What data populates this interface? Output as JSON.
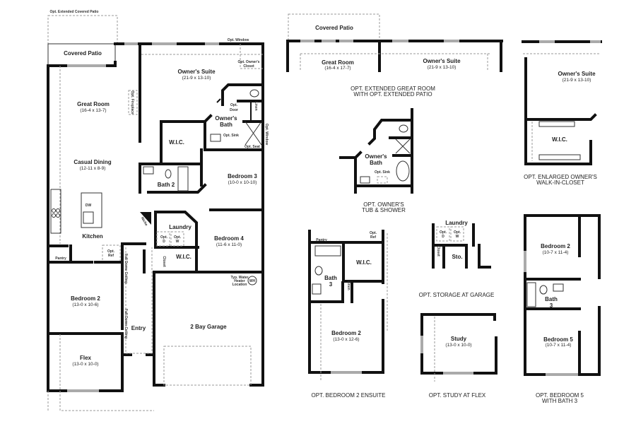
{
  "main_plan": {
    "opt_extended_covered_patio": "Opt. Extended Covered Patio",
    "covered_patio": "Covered Patio",
    "great_room": {
      "name": "Great Room",
      "dims": "(16-4 x 13-7)"
    },
    "opt_fireplace": "Opt. Fireplace",
    "owners_suite": {
      "name": "Owner's Suite",
      "dims": "(21-9 x 13-10)"
    },
    "opt_window_top": "Opt. Window",
    "opt_owners_closet": [
      "Opt. Owner's",
      "Closet"
    ],
    "opt_door": [
      "Opt.",
      "Door"
    ],
    "linen": "Linen",
    "owners_bath": [
      "Owner's",
      "Bath"
    ],
    "opt_sink": "Opt. Sink",
    "opt_seat": "Opt. Seat",
    "opt_window_side": "Opt. Window",
    "wic_owner": "W.I.C.",
    "casual_dining": {
      "name": "Casual Dining",
      "dims": "(12-11 x 8-9)"
    },
    "dw": "DW",
    "kitchen": "Kitchen",
    "pantry": "Pantry",
    "opt_ref": [
      "Opt.",
      "Ref"
    ],
    "bath_2": "Bath 2",
    "bedroom_3": {
      "name": "Bedroom 3",
      "dims": "(10-0 x 10-10)"
    },
    "niche": "Niche",
    "laundry": "Laundry",
    "opt_d": [
      "Opt.",
      "D"
    ],
    "opt_w": [
      "Opt.",
      "W"
    ],
    "bedroom_4": {
      "name": "Bedroom 4",
      "dims": "(11-6 x 11-0)"
    },
    "wic_bed4": "W.I.C.",
    "closet": "Closet",
    "water_heater": [
      "Typ. Water",
      "Heater",
      "Location"
    ],
    "wh": "WH",
    "full_dome_ceiling": "Full Dome Ceiling",
    "bedroom_2": {
      "name": "Bedroom 2",
      "dims": "(13-0 x 10-6)"
    },
    "entry": "Entry",
    "garage": "2 Bay Garage",
    "flex": {
      "name": "Flex",
      "dims": "(13-0 x 10-0)"
    }
  },
  "options": {
    "extended_great_room": {
      "covered_patio": "Covered Patio",
      "great_room": {
        "name": "Great Room",
        "dims": "(16-4 x 17-7)"
      },
      "owners_suite": {
        "name": "Owner's Suite",
        "dims": "(21-9 x 13-10)"
      },
      "caption": [
        "OPT. EXTENDED GREAT ROOM",
        "WITH OPT. EXTENDED PATIO"
      ]
    },
    "enlarged_wic": {
      "owners_suite": {
        "name": "Owner's Suite",
        "dims": "(21-9 x 13-10)"
      },
      "wic": "W.I.C.",
      "caption": [
        "OPT. ENLARGED OWNER'S",
        "WALK-IN-CLOSET"
      ]
    },
    "tub_shower": {
      "owners_bath": [
        "Owner's",
        "Bath"
      ],
      "opt_sink": "Opt. Sink",
      "caption": [
        "OPT. OWNER'S",
        "TUB & SHOWER"
      ]
    },
    "bedroom2_ensuite": {
      "pantry": "Pantry",
      "opt_ref": [
        "Opt.",
        "Ref"
      ],
      "wic": "W.I.C.",
      "bath_3": [
        "Bath",
        "3"
      ],
      "linen": "Linen",
      "bedroom_2": {
        "name": "Bedroom 2",
        "dims": "(13-0 x 12-6)"
      },
      "caption": "OPT. BEDROOM 2 ENSUITE"
    },
    "storage_at_garage": {
      "laundry": "Laundry",
      "opt_d": [
        "Opt.",
        "D"
      ],
      "opt_w": [
        "Opt.",
        "W"
      ],
      "closet": "Closet",
      "sto": "Sto.",
      "caption": "OPT. STORAGE AT GARAGE"
    },
    "study_at_flex": {
      "study": {
        "name": "Study",
        "dims": "(13-0 x 10-0)"
      },
      "caption": "OPT. STUDY AT FLEX"
    },
    "bedroom5_bath3": {
      "bedroom_2": {
        "name": "Bedroom 2",
        "dims": "(10-7 x 11-4)"
      },
      "bath_3": [
        "Bath",
        "3"
      ],
      "bedroom_5": {
        "name": "Bedroom 5",
        "dims": "(10-7 x 11-4)"
      },
      "caption": [
        "OPT. BEDROOM 5",
        "WITH BATH 3"
      ]
    }
  }
}
